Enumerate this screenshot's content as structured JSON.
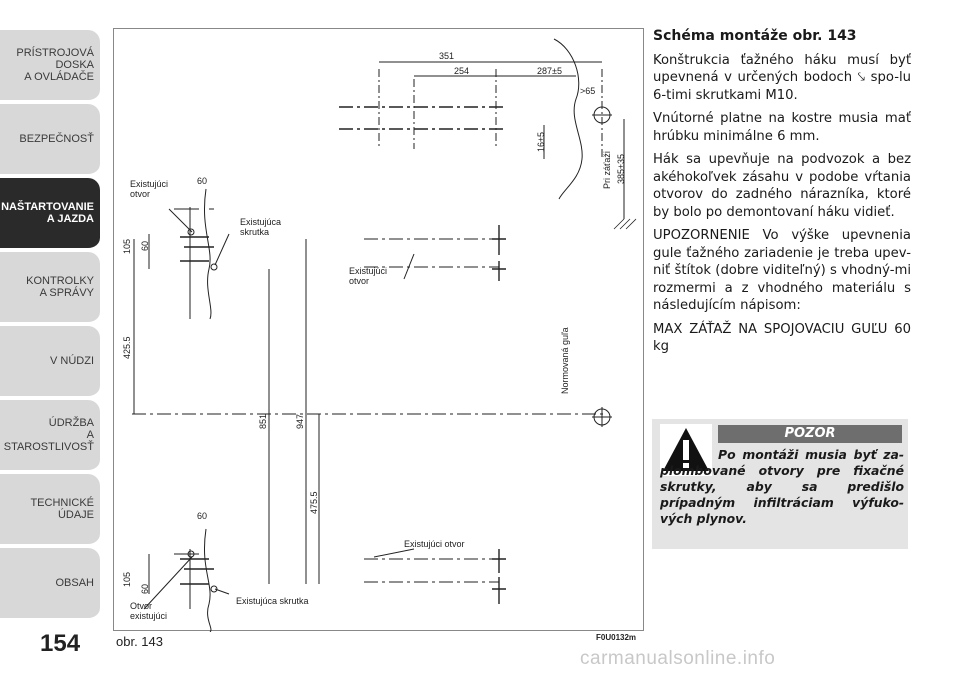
{
  "sidebar": {
    "tabs": [
      {
        "label": "PRÍSTROJOVÁ\nDOSKA\nA OVLÁDAČE",
        "active": false
      },
      {
        "label": "BEZPEČNOSŤ",
        "active": false
      },
      {
        "label": "NAŠTARTOVANIE\nA JAZDA",
        "active": true
      },
      {
        "label": "KONTROLKY\nA SPRÁVY",
        "active": false
      },
      {
        "label": "V NÚDZI",
        "active": false
      },
      {
        "label": "ÚDRŽBA\nA STAROSTLIVOSŤ",
        "active": false
      },
      {
        "label": "TECHNICKÉ ÚDAJE",
        "active": false
      },
      {
        "label": "OBSAH",
        "active": false
      }
    ]
  },
  "page": {
    "number": "154"
  },
  "figure": {
    "caption": "obr. 143",
    "code": "F0U0132m",
    "labels": {
      "existing_hole_1": "Existujúci\notvor",
      "existing_bolt_1": "Existujúca\nskrutka",
      "existing_hole_2": "Existujúci\notvor",
      "normalized_ball": "Normovaná   guľa",
      "load": "Pri záťaži",
      "existing_hole_3": "Existujúci     otvor",
      "existing_bolt_2": "Existujúca skrutka",
      "hole_existing": "Otvor\nexistujúci"
    },
    "dimensions": {
      "d351": "351",
      "d254": "254",
      "d287": "287±5",
      "d65": ">65",
      "d16": "16±5",
      "d385": "385±35",
      "d60a": "60",
      "d105a": "105",
      "d60b": "60",
      "d4255": "425.5",
      "d851": "851",
      "d947": "947",
      "d4755": "475.5",
      "d60c": "60",
      "d105b": "105",
      "d60d": "60"
    }
  },
  "content": {
    "heading": "Schéma montáže obr. 143",
    "p1": "Konštrukcia ťažného háku musí byť upevnená v určených bodoch ⤥ spo-lu 6-timi skrutkami M10.",
    "p2": "Vnútorné platne na kostre musia mať hrúbku minimálne 6 mm.",
    "p3": "Hák sa upevňuje na podvozok a bez akéhokoľvek zásahu v podobe vŕtania otvorov do zadného nárazníka, ktoré by bolo po demontovaní háku vidieť.",
    "p4": "UPOZORNENIE Vo výške upevnenia gule ťažného zariadenie je treba upev-niť štítok (dobre viditeľný) s vhodný-mi rozmermi a z vhodného materiálu s následujícím nápisom:",
    "p5": "MAX ZÁŤAŽ NA SPOJOVACIU GUĽU 60 kg"
  },
  "warning": {
    "title": "POZOR",
    "body": "Po montáži musia byť za-plombované otvory pre fixačné skrutky, aby sa predišlo prípadným infiltráciam výfuko-vých plynov."
  },
  "watermark": "carmanualsonline.info"
}
